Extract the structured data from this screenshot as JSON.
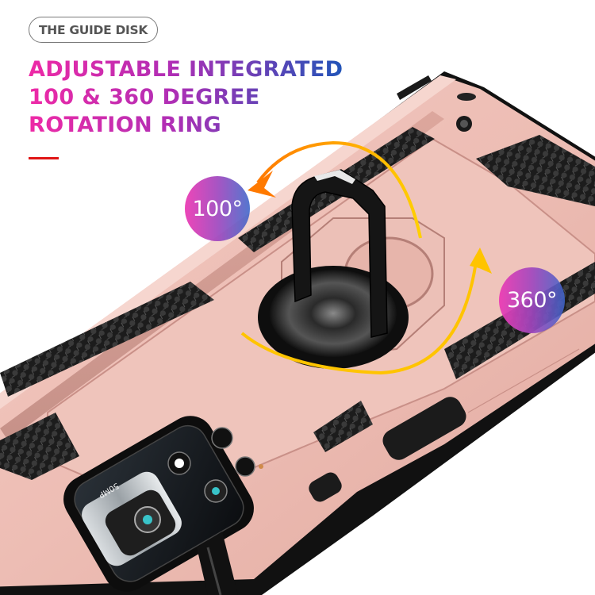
{
  "header": {
    "tag_label": "THE GUIDE DISK",
    "headline_lines": [
      "ADJUSTABLE INTEGRATED",
      "100 & 360 DEGREE",
      "ROTATION RING"
    ]
  },
  "badges": {
    "small_rotation": "100°",
    "full_rotation": "360°"
  },
  "camera": {
    "lens_label": "50MP"
  },
  "colors": {
    "headline_gradient_start": "#ee2aa6",
    "headline_gradient_end": "#1f55b8",
    "accent_bar": "#e01515",
    "case_rose_gold": "#eab8b0",
    "case_shadow": "#b98078",
    "grip_black": "#2a2a2a",
    "arrow_yellow": "#ffc400",
    "arrow_orange": "#ff7a00",
    "tag_text": "#555555"
  },
  "icons": {
    "rotation_arrow_left": "curved-arrow-left",
    "rotation_arrow_up": "curved-arrow-up",
    "kickstand_ring": "ring-holder"
  }
}
